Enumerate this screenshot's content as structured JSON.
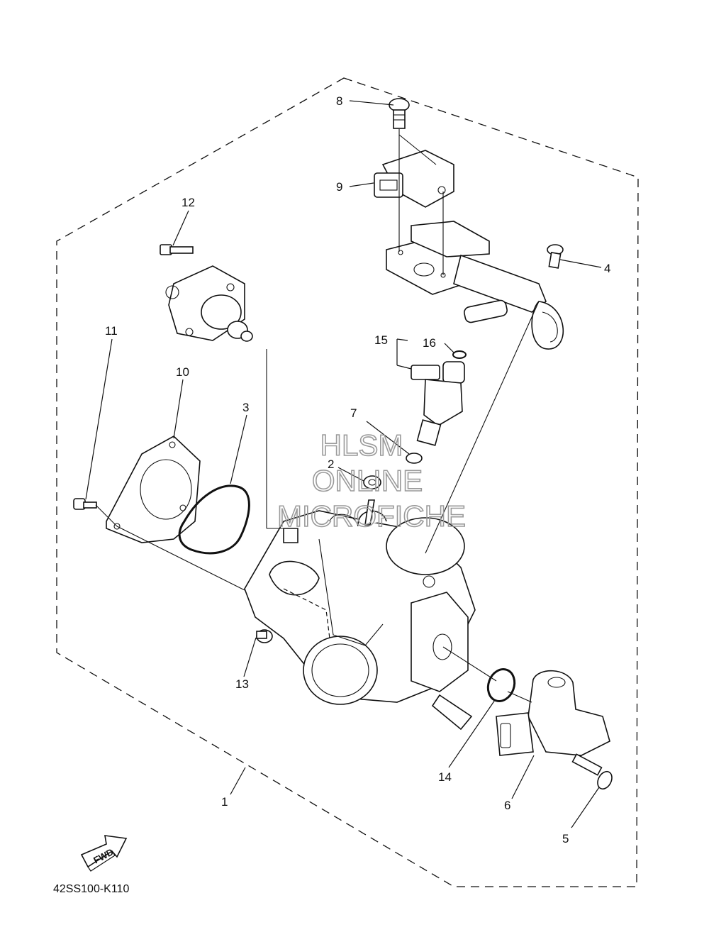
{
  "diagram_code": "42SS100-K110",
  "fwd_label": "FWD",
  "watermark": [
    "HLSM",
    "ONLINE",
    "MICROFICHE"
  ],
  "callouts": [
    "1",
    "2",
    "3",
    "4",
    "5",
    "6",
    "7",
    "8",
    "9",
    "10",
    "11",
    "12",
    "13",
    "14",
    "15",
    "16"
  ]
}
